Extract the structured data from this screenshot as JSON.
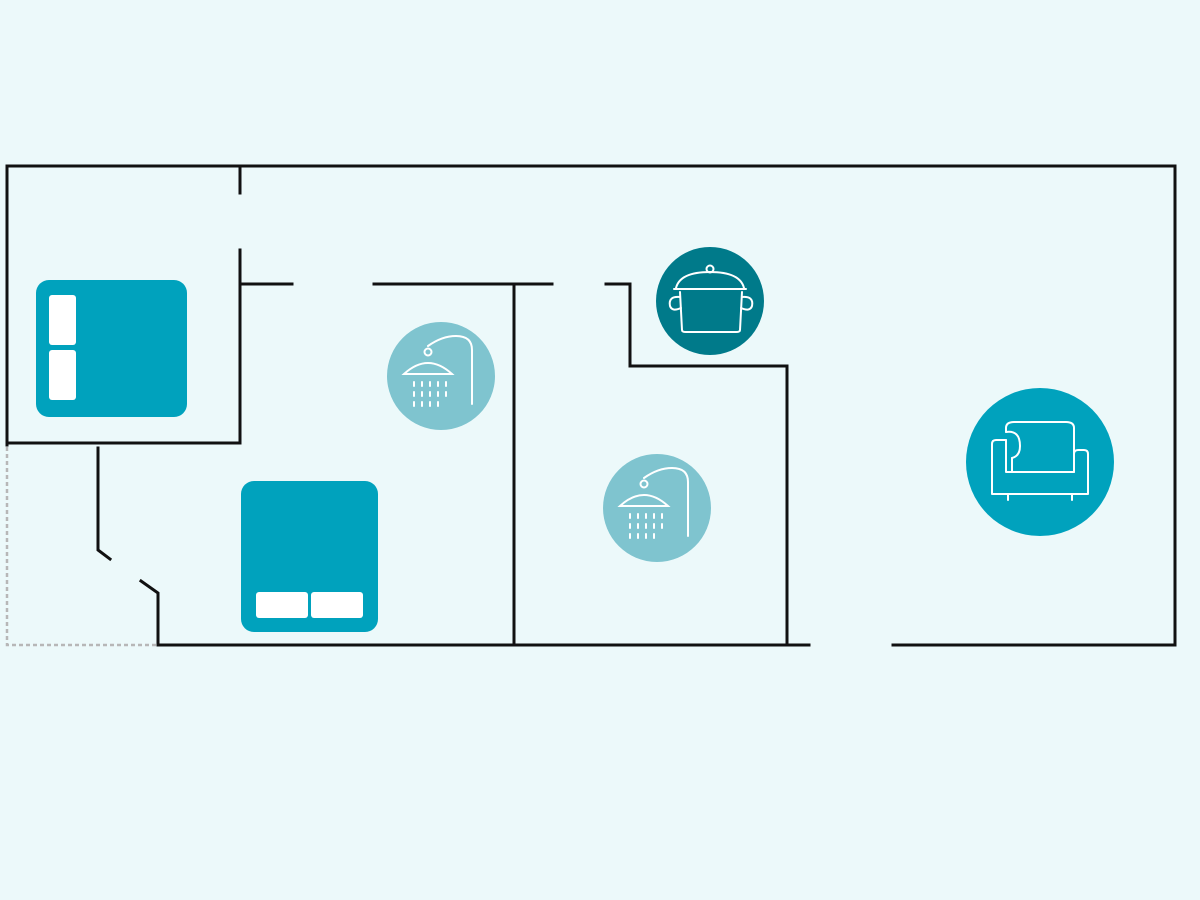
{
  "colors": {
    "background": "#ecf9fa",
    "wall": "#111111",
    "dashed_boundary": "#b7b7b7",
    "bed": "#00a2bd",
    "pillow": "#ffffff",
    "bathroom_icon_bg": "#7fc4cf",
    "kitchen_icon_bg": "#007a8a",
    "living_icon_bg": "#00a2bd",
    "icon_line": "#ffffff"
  },
  "rooms": [
    {
      "key": "bedroom-1",
      "icon": "double-bed-icon"
    },
    {
      "key": "bedroom-2",
      "icon": "double-bed-icon"
    },
    {
      "key": "bathroom-1",
      "icon": "shower-icon"
    },
    {
      "key": "bathroom-2",
      "icon": "shower-icon"
    },
    {
      "key": "kitchen",
      "icon": "cooking-pot-icon"
    },
    {
      "key": "living-room",
      "icon": "armchair-icon"
    }
  ]
}
